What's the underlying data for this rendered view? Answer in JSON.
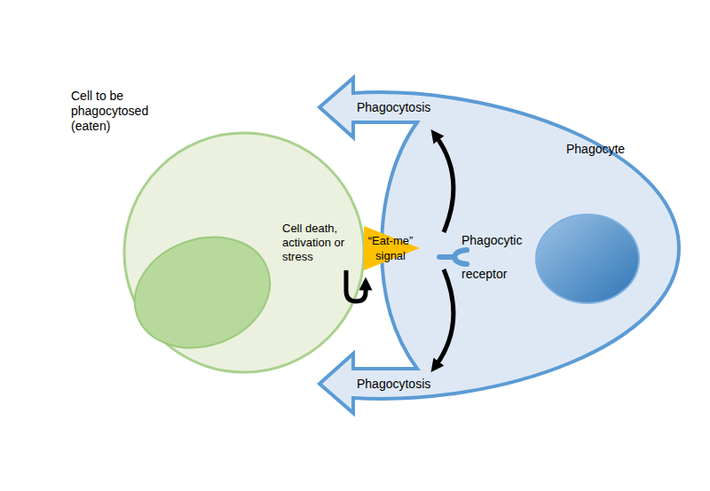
{
  "diagram": {
    "nodes": [
      {
        "text": [
          "Cell to be phagocytosed (eaten)",
          "Cell death, activation or stress"
        ]
      },
      {
        "text": [
          "“Eat-me” signal"
        ]
      },
      {
        "text": [
          "Phagocyte"
        ]
      },
      {
        "text": [
          "Phagocytic receptor"
        ],
        "in": 2
      }
    ],
    "labels": [
      "Phagocytosis",
      "Phagocytosis"
    ]
  }
}
